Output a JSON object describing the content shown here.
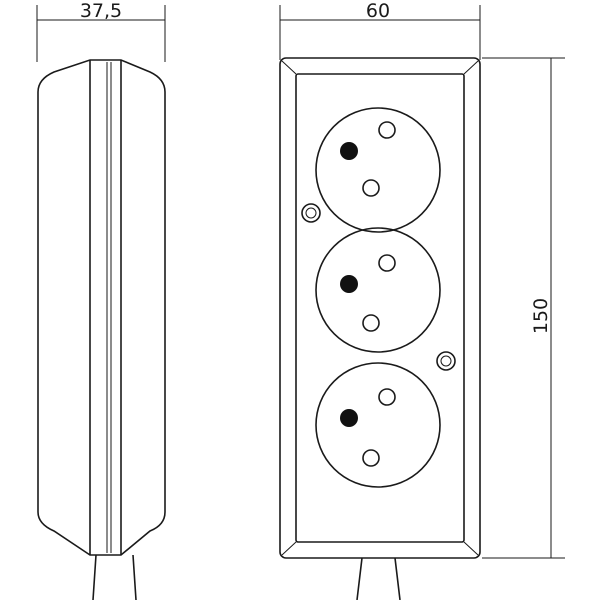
{
  "dimensions": {
    "side_width": "37,5",
    "front_width": "60",
    "height": "150"
  },
  "colors": {
    "line": "#1a1a1a",
    "background": "#ffffff"
  },
  "socket_count": 3
}
